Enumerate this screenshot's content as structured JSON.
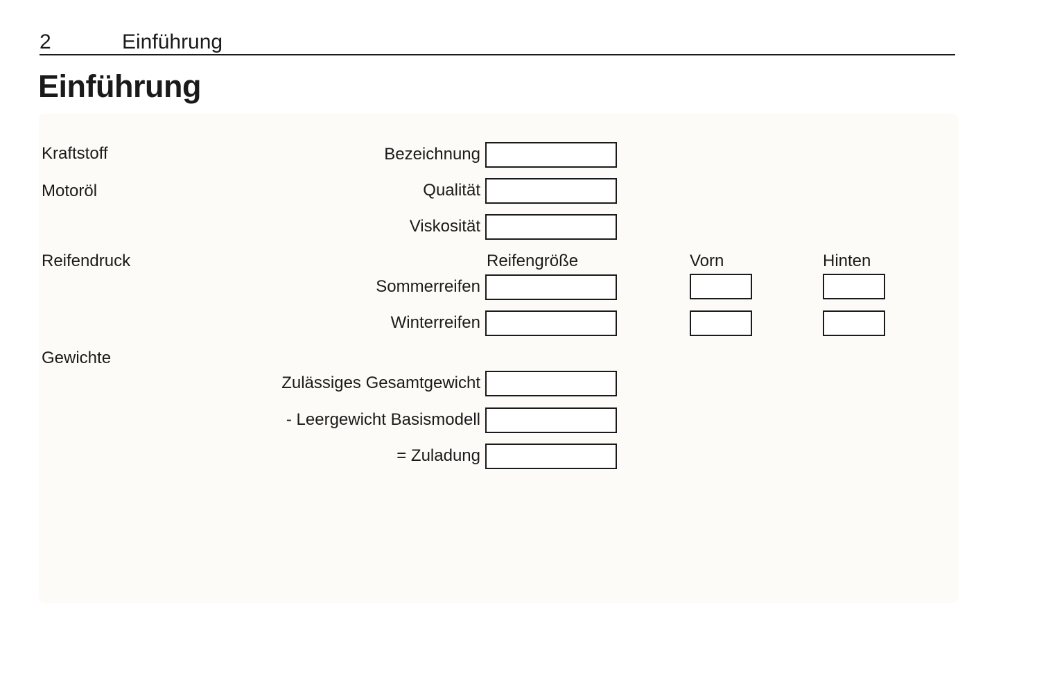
{
  "header": {
    "page_number": "2",
    "chapter": "Einführung"
  },
  "title": "Einführung",
  "form": {
    "sections": {
      "kraftstoff": "Kraftstoff",
      "motoroel": "Motoröl",
      "reifendruck": "Reifendruck",
      "gewichte": "Gewichte"
    },
    "columns": {
      "reifengroesse": "Reifengröße",
      "vorn": "Vorn",
      "hinten": "Hinten"
    },
    "fields": {
      "bezeichnung": {
        "label": "Bezeichnung",
        "value": ""
      },
      "qualitaet": {
        "label": "Qualität",
        "value": ""
      },
      "viskositaet": {
        "label": "Viskosität",
        "value": ""
      },
      "sommerreifen": {
        "label": "Sommerreifen",
        "value": "",
        "vorn": "",
        "hinten": ""
      },
      "winterreifen": {
        "label": "Winterreifen",
        "value": "",
        "vorn": "",
        "hinten": ""
      },
      "gesamtgewicht": {
        "label": "Zulässiges Gesamtgewicht",
        "value": ""
      },
      "leergewicht": {
        "label": "- Leergewicht Basismodell",
        "value": ""
      },
      "zuladung": {
        "label": "= Zuladung",
        "value": ""
      }
    }
  },
  "colors": {
    "text": "#1a1a1a",
    "panel_background": "#fdfbf7",
    "box_border": "#1a1a1a",
    "rule": "#1a1a1a"
  }
}
